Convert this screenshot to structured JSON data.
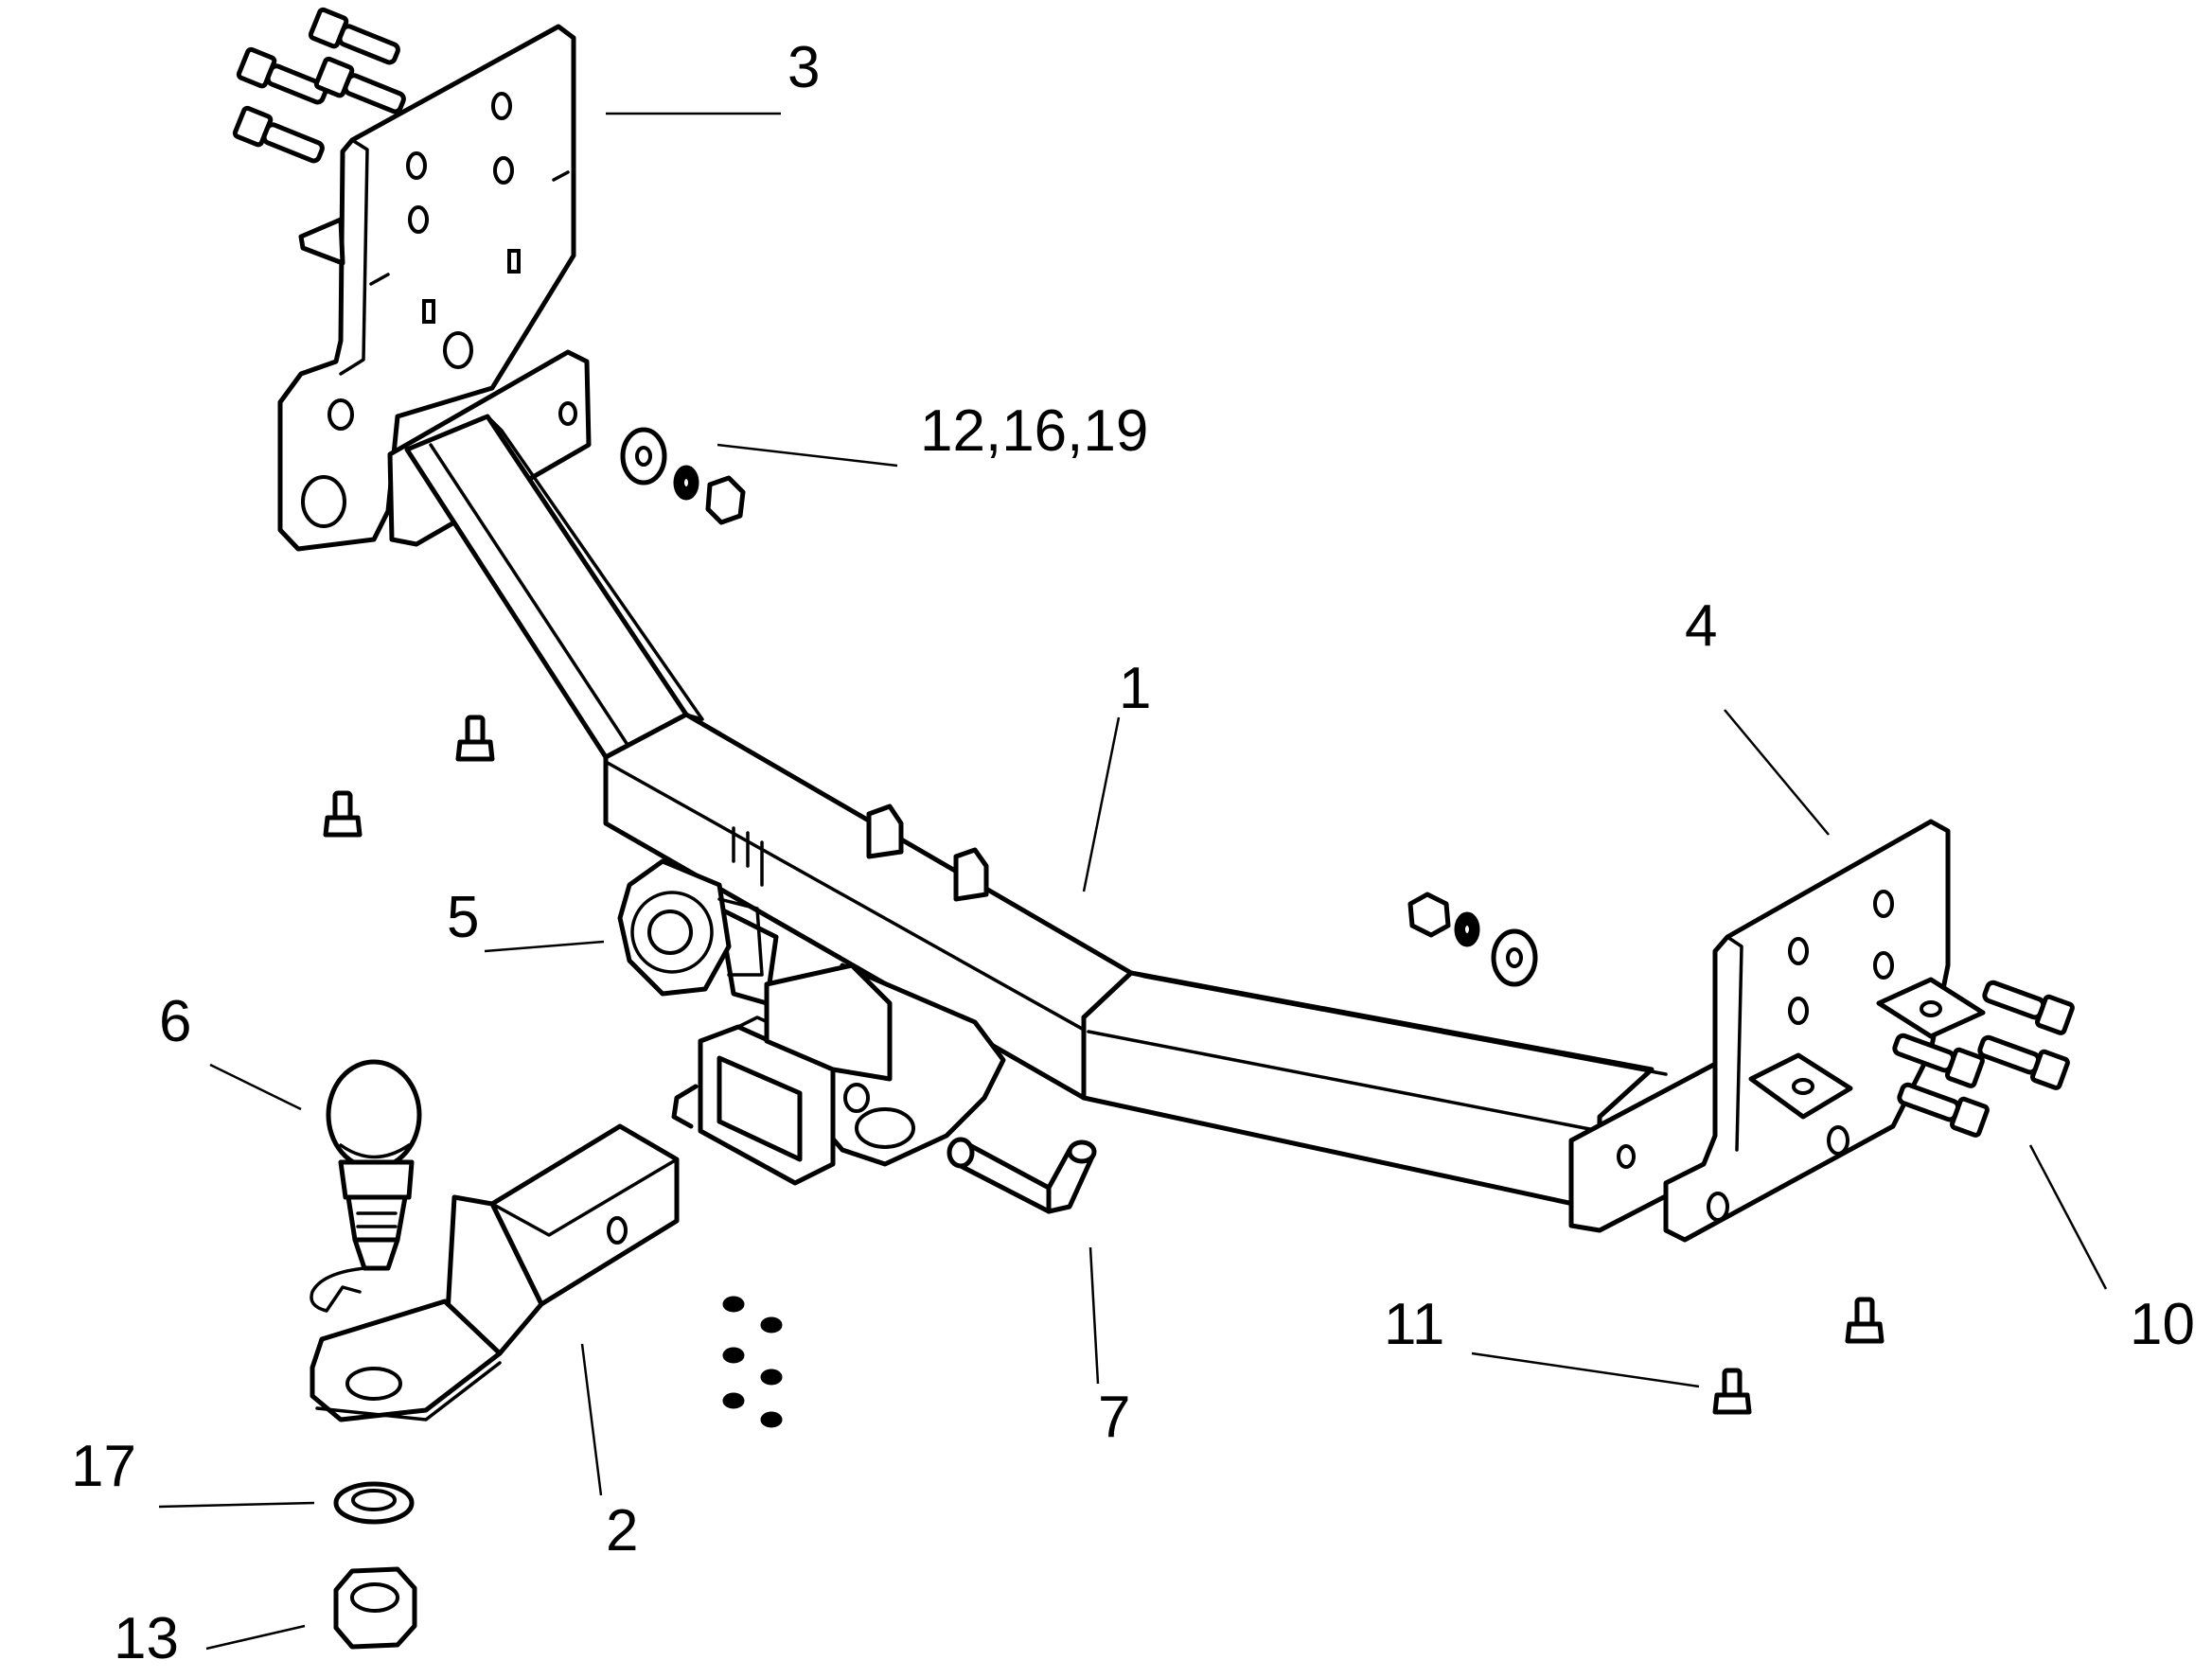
{
  "callouts": [
    {
      "id": "1",
      "label": "1"
    },
    {
      "id": "2",
      "label": "2"
    },
    {
      "id": "3",
      "label": "3"
    },
    {
      "id": "4",
      "label": "4"
    },
    {
      "id": "5",
      "label": "5"
    },
    {
      "id": "6",
      "label": "6"
    },
    {
      "id": "7",
      "label": "7"
    },
    {
      "id": "10",
      "label": "10"
    },
    {
      "id": "11",
      "label": "11"
    },
    {
      "id": "12-16-19",
      "label": "12,16,19"
    },
    {
      "id": "13",
      "label": "13"
    },
    {
      "id": "17",
      "label": "17"
    }
  ]
}
